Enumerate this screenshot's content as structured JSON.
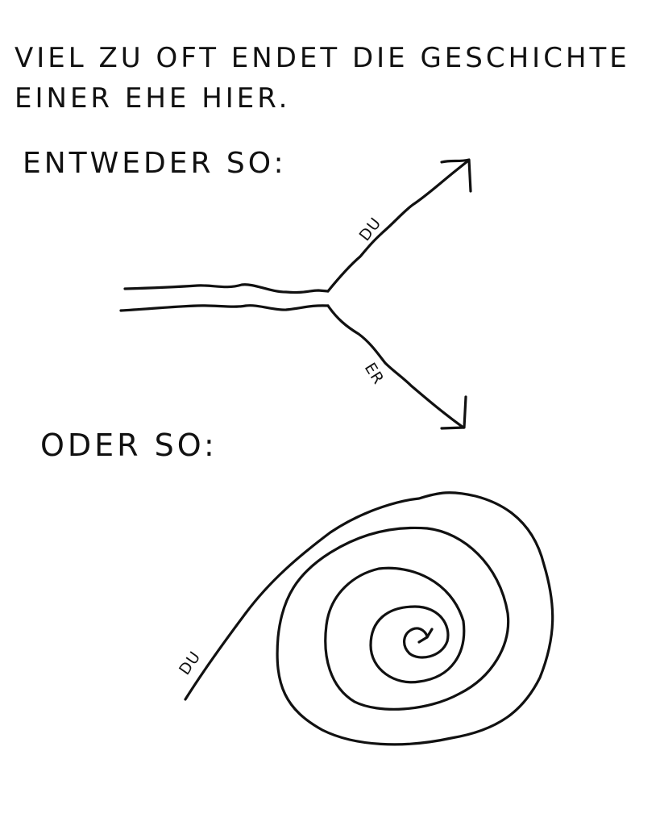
{
  "intro": {
    "line1": "VIEL ZU OFT ENDET DIE GESCHICHTE",
    "line2": "EINER EHE HIER."
  },
  "option_a": {
    "heading": "ENTWEDER SO:",
    "branch_up_label": "DU",
    "branch_down_label": "ER"
  },
  "option_b": {
    "heading": "ODER SO:",
    "spiral_label": "DU"
  },
  "colors": {
    "ink": "#111111",
    "paper": "#ffffff"
  }
}
